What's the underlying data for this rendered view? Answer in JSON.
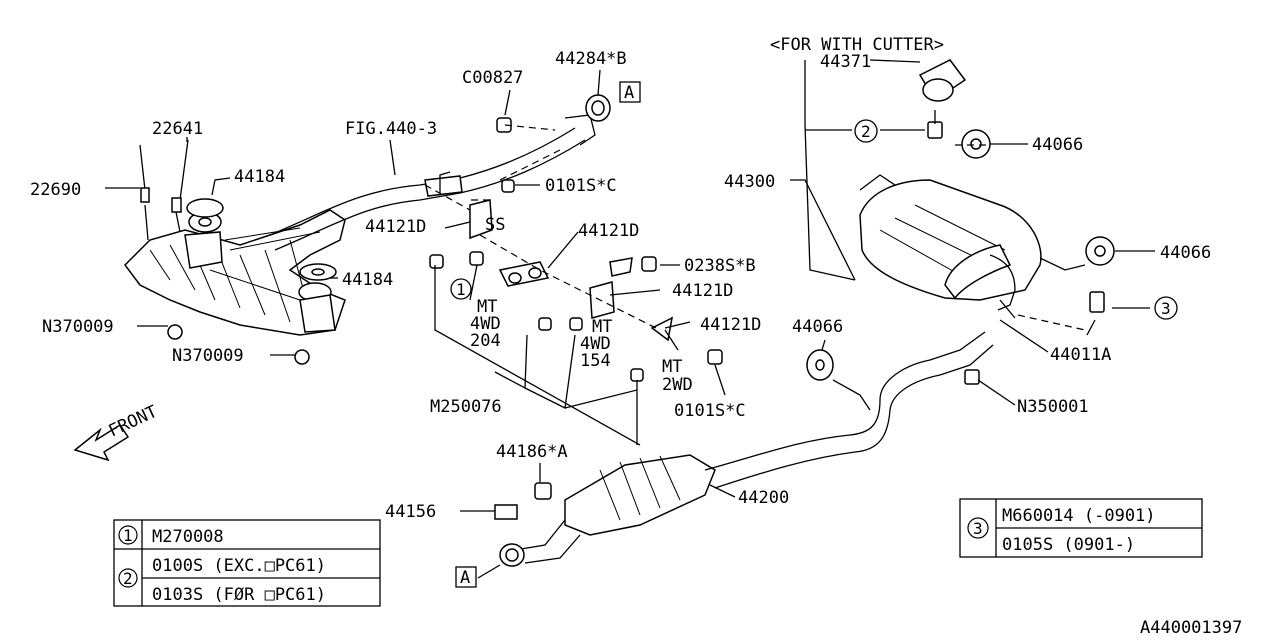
{
  "labels": {
    "l22641": "22641",
    "l22690": "22690",
    "l44184a": "44184",
    "l44184b": "44184",
    "lN370009a": "N370009",
    "lN370009b": "N370009",
    "lFIG": "FIG.440-3",
    "lC00827": "C00827",
    "l44284B": "44284*B",
    "l0101Sa": "0101S*C",
    "l44121Da": "44121D",
    "lSS": "SS",
    "l44121Db": "44121D",
    "l0238S": "0238S*B",
    "l44121Dc": "44121D",
    "l44121Dd": "44121D",
    "lMT1": "MT",
    "l4WD1": "4WD",
    "l204": "204",
    "lMT2": "MT",
    "l4WD2": "4WD",
    "l154": "154",
    "lMT3": "MT",
    "l2WD": "2WD",
    "l0101Sb": "0101S*C",
    "lM250076": "M250076",
    "lFRONT": "FRONT",
    "lCUTTER": "<FOR WITH CUTTER>",
    "l44371": "44371",
    "l44066a": "44066",
    "l44300": "44300",
    "l44066b": "44066",
    "l44066c": "44066",
    "l44011A": "44011A",
    "lN350001": "N350001",
    "l44186A": "44186*A",
    "l44156": "44156",
    "l44200": "44200",
    "lA1": "A",
    "lA2": "A",
    "lCirc1": "1",
    "lCirc2": "2",
    "lCirc3": "3",
    "diagramId": "A440001397"
  },
  "table_left": {
    "rows": [
      {
        "ref": "1",
        "lines": [
          "M270008"
        ]
      },
      {
        "ref": "2",
        "lines": [
          "0100S  (EXC.□PC61)",
          "0103S  (FØR □PC61)"
        ]
      }
    ]
  },
  "table_right": {
    "rows": [
      {
        "ref": "3",
        "lines": [
          "M660014 (-0901)",
          "0105S    (0901-)"
        ]
      }
    ]
  }
}
